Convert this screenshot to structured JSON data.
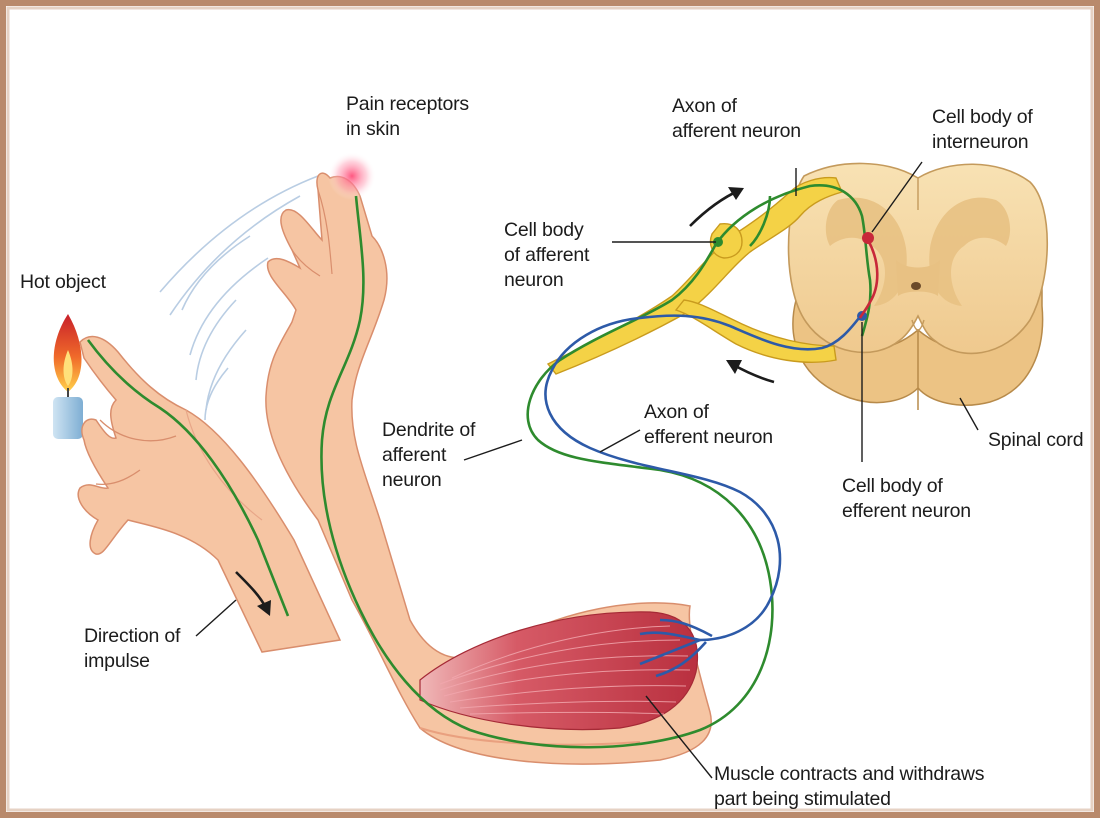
{
  "labels": {
    "pain_receptors": [
      "Pain receptors",
      "in skin"
    ],
    "axon_afferent": [
      "Axon of",
      "afferent neuron"
    ],
    "cell_body_interneuron": [
      "Cell body of",
      "interneuron"
    ],
    "hot_object": [
      "Hot object"
    ],
    "cell_body_afferent": [
      "Cell body",
      "of afferent",
      "neuron"
    ],
    "dendrite_afferent": [
      "Dendrite of",
      "afferent",
      "neuron"
    ],
    "axon_efferent": [
      "Axon of",
      "efferent neuron"
    ],
    "spinal_cord": [
      "Spinal cord"
    ],
    "cell_body_efferent": [
      "Cell body of",
      "efferent neuron"
    ],
    "direction_impulse": [
      "Direction of",
      "impulse"
    ],
    "muscle": [
      "Muscle contracts and withdraws",
      "part being stimulated"
    ]
  },
  "colors": {
    "frame": "#b98a6c",
    "skin": "#f7c7a6",
    "skin_shadow": "#e9a07f",
    "muscle": "#c7434f",
    "spinal_outer": "#f3d6a0",
    "spinal_inner": "#dfb777",
    "nerve_yellow": "#f2cf3c",
    "afferent_green": "#2e8b2e",
    "efferent_blue": "#2d5aa8",
    "interneuron_red": "#c8283a",
    "flame": "#e0352b",
    "candle": "#9fc4e0"
  }
}
